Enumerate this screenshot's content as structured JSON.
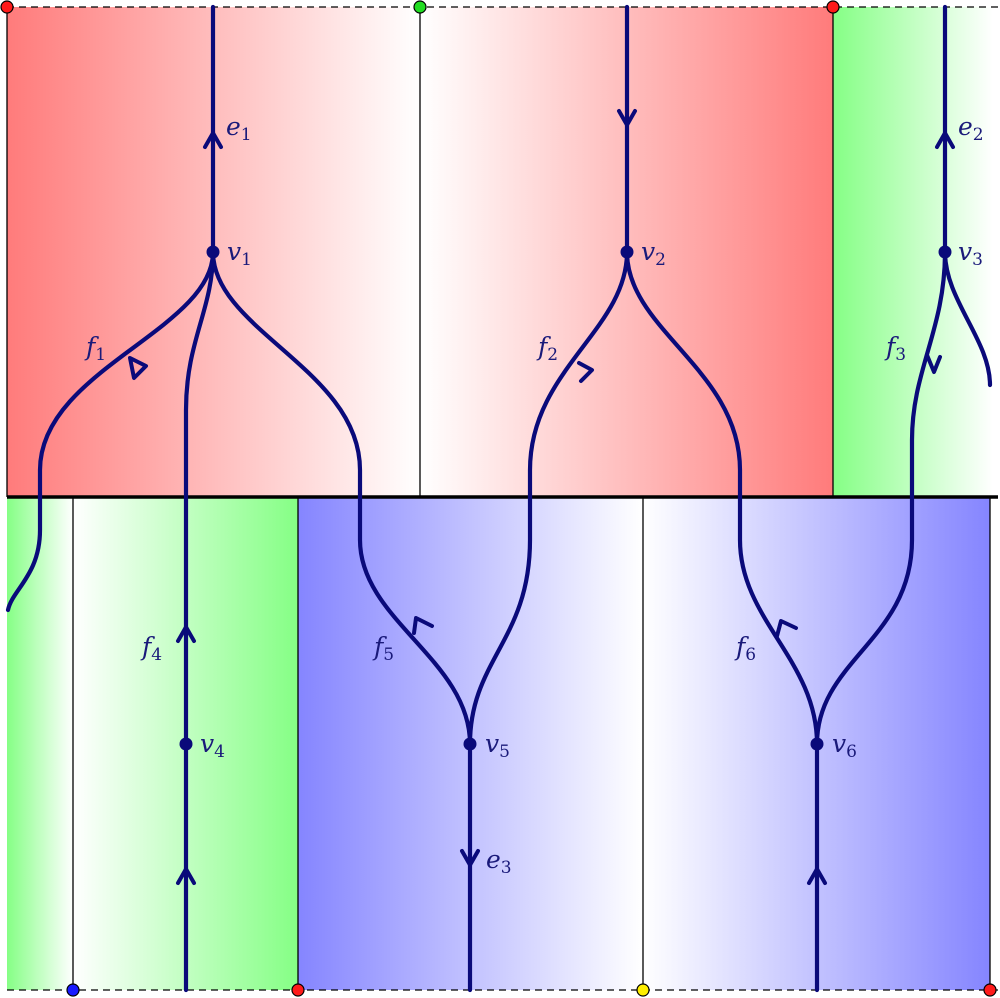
{
  "colors": {
    "red": "#ff7b7b",
    "green": "#85ff85",
    "blue": "#8585ff",
    "edge": "#0a0a7a",
    "corner_red": "#ff1a1a",
    "corner_green": "#22dd22",
    "corner_blue": "#1a1aff",
    "corner_yellow": "#ffee00"
  },
  "vertices": [
    {
      "name": "v",
      "sub": "1"
    },
    {
      "name": "v",
      "sub": "2"
    },
    {
      "name": "v",
      "sub": "3"
    },
    {
      "name": "v",
      "sub": "4"
    },
    {
      "name": "v",
      "sub": "5"
    },
    {
      "name": "v",
      "sub": "6"
    }
  ],
  "edges": [
    {
      "name": "e",
      "sub": "1"
    },
    {
      "name": "e",
      "sub": "2"
    },
    {
      "name": "e",
      "sub": "3"
    }
  ],
  "faces": [
    {
      "name": "f",
      "sub": "1"
    },
    {
      "name": "f",
      "sub": "2"
    },
    {
      "name": "f",
      "sub": "3"
    },
    {
      "name": "f",
      "sub": "4"
    },
    {
      "name": "f",
      "sub": "5"
    },
    {
      "name": "f",
      "sub": "6"
    }
  ],
  "corner_points": [
    {
      "color": "red",
      "icon": "red-corner-dot"
    },
    {
      "color": "green",
      "icon": "green-corner-dot"
    },
    {
      "color": "red",
      "icon": "red-corner-dot"
    },
    {
      "color": "blue",
      "icon": "blue-corner-dot"
    },
    {
      "color": "red",
      "icon": "red-corner-dot"
    },
    {
      "color": "yellow",
      "icon": "yellow-corner-dot"
    },
    {
      "color": "red",
      "icon": "red-corner-dot"
    }
  ]
}
